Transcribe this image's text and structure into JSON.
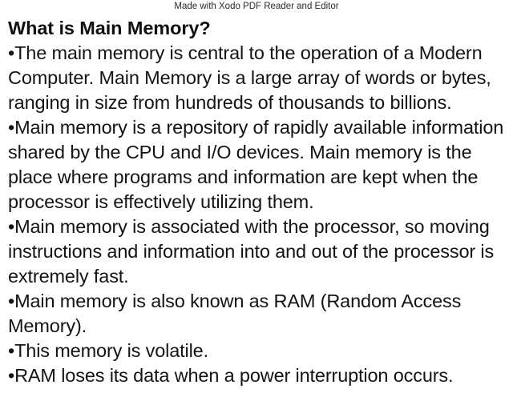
{
  "document": {
    "watermark": "Made with Xodo PDF Reader and Editor",
    "title": "What is Main Memory?",
    "bullet_char": "•",
    "text_color": "#141414",
    "background_color": "#ffffff",
    "bullets": [
      "The main memory is central to the operation of a Modern Computer. Main Memory is a large array of words or bytes, ranging in size from hundreds of thousands to billions.",
      "Main memory is a repository of rapidly available information shared by the CPU and I/O devices. Main memory is the place where programs and information are kept when the processor is effectively utilizing them.",
      "Main memory is associated with the processor, so moving instructions and information into and out of the processor is extremely fast.",
      "Main memory is also known as RAM (Random Access Memory).",
      "This memory is volatile.",
      "RAM loses its data when a power interruption occurs."
    ]
  }
}
